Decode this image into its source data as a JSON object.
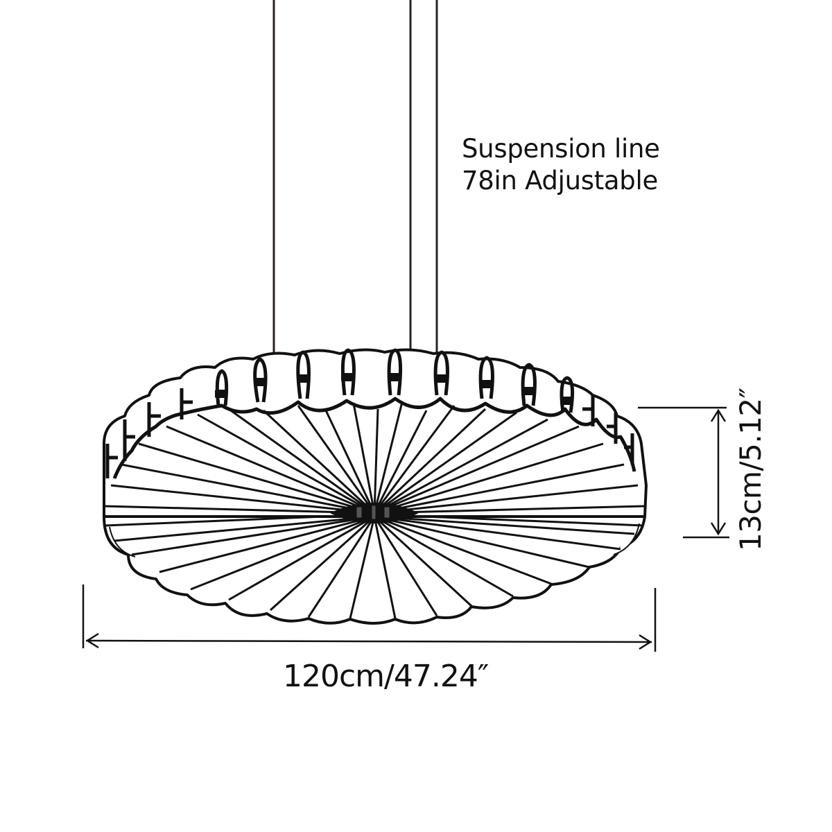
{
  "diagram": {
    "subject": "Pleated disc pendant lamp",
    "colors": {
      "background": "#ffffff",
      "line": "#111111",
      "shade_fill": "#ffffff"
    },
    "annotations": {
      "suspension": {
        "line1": "Suspension line",
        "line2": "78in Adjustable"
      },
      "width": {
        "label": "120cm/47.24″",
        "value_cm": 120,
        "value_in": 47.24
      },
      "height": {
        "label": "13cm/5.12″",
        "value_cm": 13,
        "value_in": 5.12
      }
    },
    "elements": {
      "suspension_cables": 3,
      "pleat_clips_visible": 15,
      "center_hub": "black oval ring"
    }
  }
}
